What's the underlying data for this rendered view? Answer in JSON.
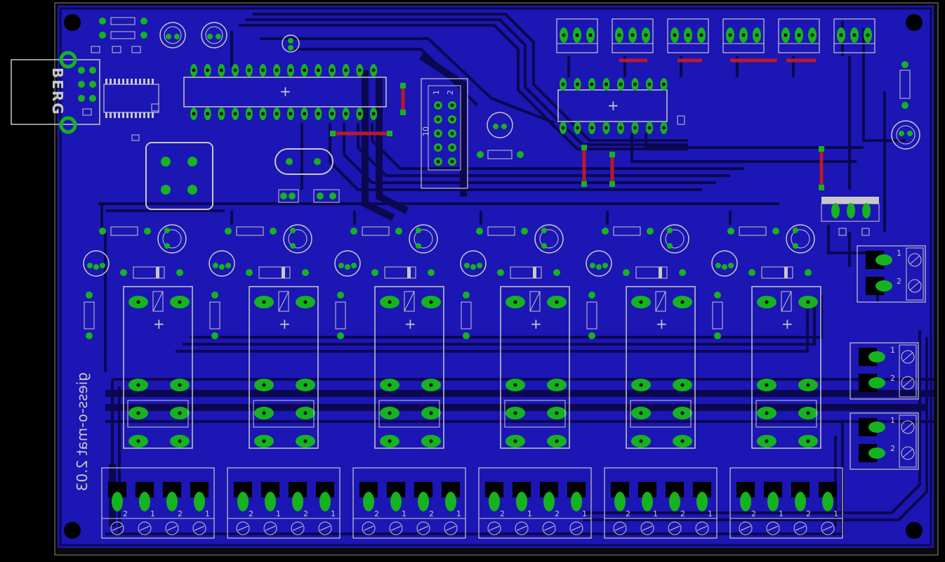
{
  "board": {
    "silk_berg": "BERG",
    "silk_version": "giess-o-mat 2.03",
    "pin_one": "1",
    "pin_two": "2",
    "header_label_1": "1",
    "header_label_2": "2",
    "header_label_10": "10"
  },
  "colors": {
    "background": "#000000",
    "board_fill": "#1c16b4",
    "trace": "#0b0850",
    "pad": "#15b31f",
    "silk": "#c8c8c8",
    "via_bridge": "#b81a2a",
    "hole": "#000000"
  }
}
